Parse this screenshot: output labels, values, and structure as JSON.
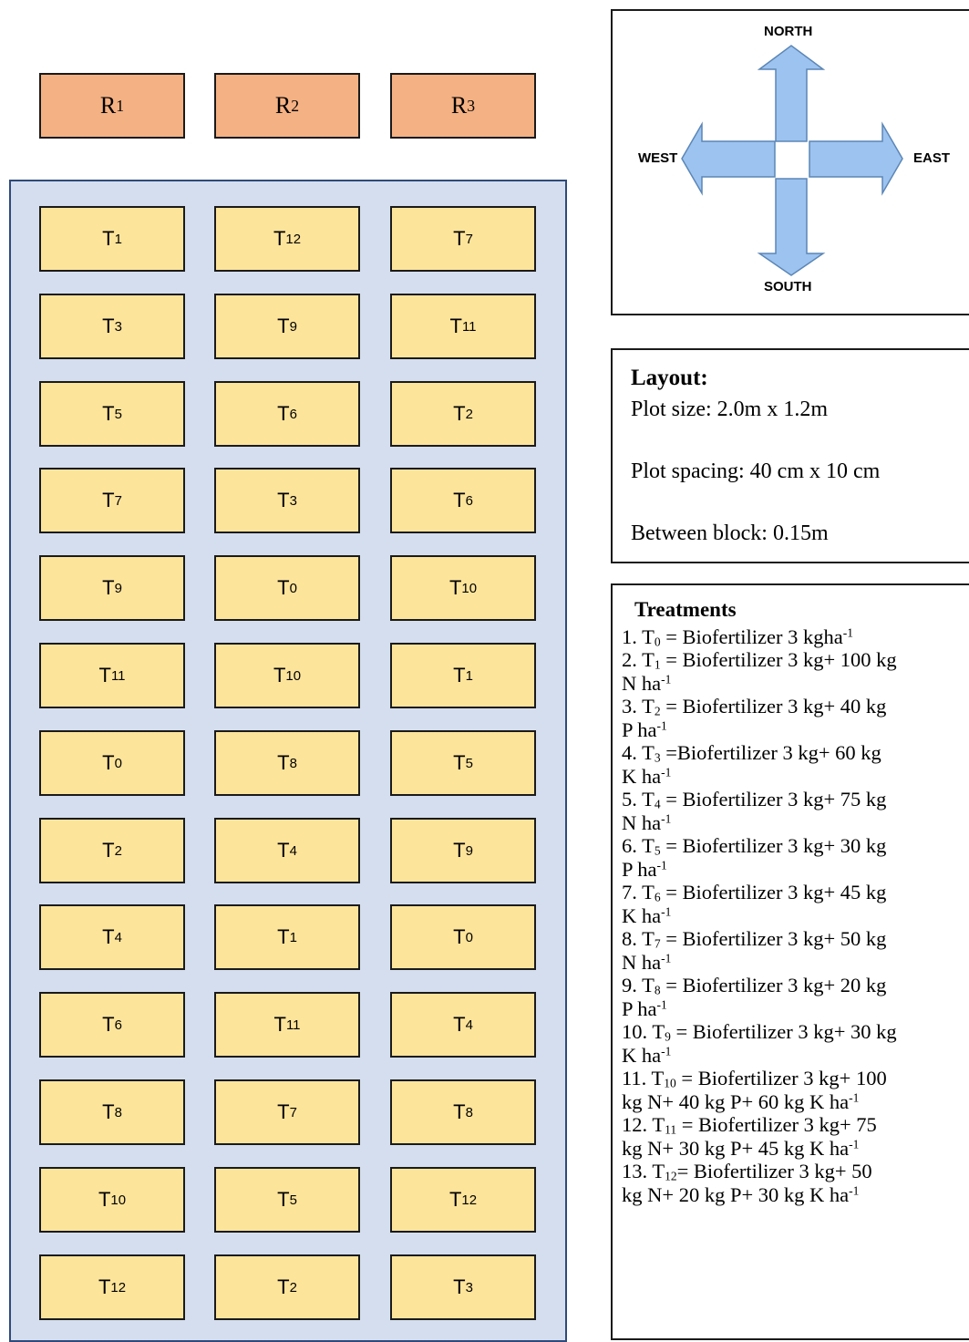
{
  "replications": [
    {
      "label": "R",
      "sub": "1"
    },
    {
      "label": "R",
      "sub": "2"
    },
    {
      "label": "R",
      "sub": "3"
    }
  ],
  "plot_rows": [
    [
      {
        "t": "T",
        "sub": "1"
      },
      {
        "t": "T",
        "sub": "12"
      },
      {
        "t": "T",
        "sub": "7"
      }
    ],
    [
      {
        "t": "T",
        "sub": "3"
      },
      {
        "t": "T",
        "sub": "9"
      },
      {
        "t": "T",
        "sub": "11"
      }
    ],
    [
      {
        "t": "T",
        "sub": "5"
      },
      {
        "t": "T",
        "sub": "6"
      },
      {
        "t": "T",
        "sub": "2"
      }
    ],
    [
      {
        "t": "T",
        "sub": "7"
      },
      {
        "t": "T",
        "sub": "3"
      },
      {
        "t": "T",
        "sub": "6"
      }
    ],
    [
      {
        "t": "T",
        "sub": "9"
      },
      {
        "t": "T",
        "sub": "0"
      },
      {
        "t": "T",
        "sub": "10"
      }
    ],
    [
      {
        "t": "T",
        "sub": "11"
      },
      {
        "t": "T",
        "sub": "10"
      },
      {
        "t": "T",
        "sub": "1"
      }
    ],
    [
      {
        "t": "T",
        "sub": "0"
      },
      {
        "t": "T",
        "sub": "8"
      },
      {
        "t": "T",
        "sub": "5"
      }
    ],
    [
      {
        "t": "T",
        "sub": "2"
      },
      {
        "t": "T",
        "sub": "4"
      },
      {
        "t": "T",
        "sub": "9"
      }
    ],
    [
      {
        "t": "T",
        "sub": "4"
      },
      {
        "t": "T",
        "sub": "1"
      },
      {
        "t": "T",
        "sub": "0"
      }
    ],
    [
      {
        "t": "T",
        "sub": "6"
      },
      {
        "t": "T",
        "sub": "11"
      },
      {
        "t": "T",
        "sub": "4"
      }
    ],
    [
      {
        "t": "T",
        "sub": "8"
      },
      {
        "t": "T",
        "sub": "7"
      },
      {
        "t": "T",
        "sub": "8"
      }
    ],
    [
      {
        "t": "T",
        "sub": "10"
      },
      {
        "t": "T",
        "sub": "5"
      },
      {
        "t": "T",
        "sub": "12"
      }
    ],
    [
      {
        "t": "T",
        "sub": "12"
      },
      {
        "t": "T",
        "sub": "2"
      },
      {
        "t": "T",
        "sub": "3"
      }
    ]
  ],
  "compass": {
    "north": "NORTH",
    "south": "SOUTH",
    "east": "EAST",
    "west": "WEST",
    "arrow_color": "#9dc3f0",
    "arrow_stroke": "#5b86b5"
  },
  "layout": {
    "title": "Layout:",
    "plot_size": "Plot size: 2.0m x 1.2m",
    "plot_spacing": "Plot spacing: 40 cm x 10 cm",
    "between_block": "Between block: 0.15m"
  },
  "treatments": {
    "title": "Treatments",
    "lines": [
      [
        {
          "text": "1. T"
        },
        {
          "sub": "0"
        },
        {
          "text": " = Biofertilizer 3 kgha"
        },
        {
          "sup": "-1"
        }
      ],
      [
        {
          "text": "2. T"
        },
        {
          "sub": "1"
        },
        {
          "text": " = Biofertilizer 3 kg+ 100 kg"
        }
      ],
      [
        {
          "text": "N ha"
        },
        {
          "sup": "-1"
        }
      ],
      [
        {
          "text": "3. T"
        },
        {
          "sub": "2"
        },
        {
          "text": " = Biofertilizer 3 kg+ 40 kg"
        }
      ],
      [
        {
          "text": "P ha"
        },
        {
          "sup": "-1"
        }
      ],
      [
        {
          "text": "4. T"
        },
        {
          "sub": "3"
        },
        {
          "text": " =Biofertilizer 3 kg+ 60 kg"
        }
      ],
      [
        {
          "text": "K ha"
        },
        {
          "sup": "-1"
        }
      ],
      [
        {
          "text": "5. T"
        },
        {
          "sub": "4"
        },
        {
          "text": " = Biofertilizer 3 kg+ 75 kg"
        }
      ],
      [
        {
          "text": "N ha"
        },
        {
          "sup": "-1"
        }
      ],
      [
        {
          "text": "6. T"
        },
        {
          "sub": "5"
        },
        {
          "text": " = Biofertilizer 3 kg+ 30 kg"
        }
      ],
      [
        {
          "text": "P ha"
        },
        {
          "sup": "-1"
        }
      ],
      [
        {
          "text": "7. T"
        },
        {
          "sub": "6"
        },
        {
          "text": " = Biofertilizer 3 kg+ 45 kg"
        }
      ],
      [
        {
          "text": "K ha"
        },
        {
          "sup": "-1"
        }
      ],
      [
        {
          "text": "8. T"
        },
        {
          "sub": "7"
        },
        {
          "text": " = Biofertilizer 3 kg+ 50 kg"
        }
      ],
      [
        {
          "text": "N ha"
        },
        {
          "sup": "-1"
        }
      ],
      [
        {
          "text": "9. T"
        },
        {
          "sub": "8"
        },
        {
          "text": " = Biofertilizer 3 kg+ 20 kg"
        }
      ],
      [
        {
          "text": "P ha"
        },
        {
          "sup": "-1"
        }
      ],
      [
        {
          "text": "10. T"
        },
        {
          "sub": "9"
        },
        {
          "text": " = Biofertilizer 3 kg+ 30 kg"
        }
      ],
      [
        {
          "text": "K ha"
        },
        {
          "sup": "-1"
        }
      ],
      [
        {
          "text": "11. T"
        },
        {
          "sub": "10"
        },
        {
          "text": " = Biofertilizer 3 kg+ 100"
        }
      ],
      [
        {
          "text": "kg N+ 40 kg P+ 60 kg K ha"
        },
        {
          "sup": "-1"
        }
      ],
      [
        {
          "text": "12. T"
        },
        {
          "sub": "11"
        },
        {
          "text": " = Biofertilizer 3 kg+ 75"
        }
      ],
      [
        {
          "text": "kg N+ 30 kg P+ 45 kg K ha"
        },
        {
          "sup": "-1"
        }
      ],
      [
        {
          "text": "13. T"
        },
        {
          "sub": "12"
        },
        {
          "text": "= Biofertilizer 3 kg+ 50"
        }
      ],
      [
        {
          "text": "kg N+ 20 kg P+ 30 kg K ha"
        },
        {
          "sup": "-1"
        }
      ]
    ]
  }
}
